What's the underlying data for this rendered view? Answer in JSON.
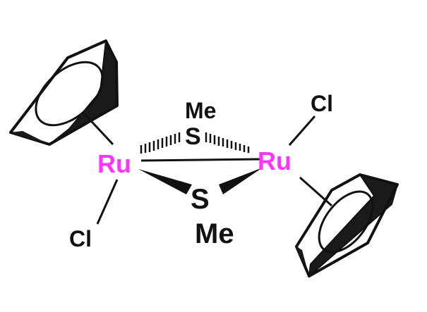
{
  "molecule": {
    "atoms": {
      "ru_left": "Ru",
      "ru_right": "Ru",
      "s_top": "S",
      "s_bottom": "S",
      "me_top": "Me",
      "me_bottom": "Me",
      "cl_left": "Cl",
      "cl_right": "Cl"
    },
    "colors": {
      "ruthenium": "#ff33ff",
      "bond": "#111111",
      "ring_fill": "#ffffff",
      "ring_shade": "#1a1a1a"
    }
  }
}
